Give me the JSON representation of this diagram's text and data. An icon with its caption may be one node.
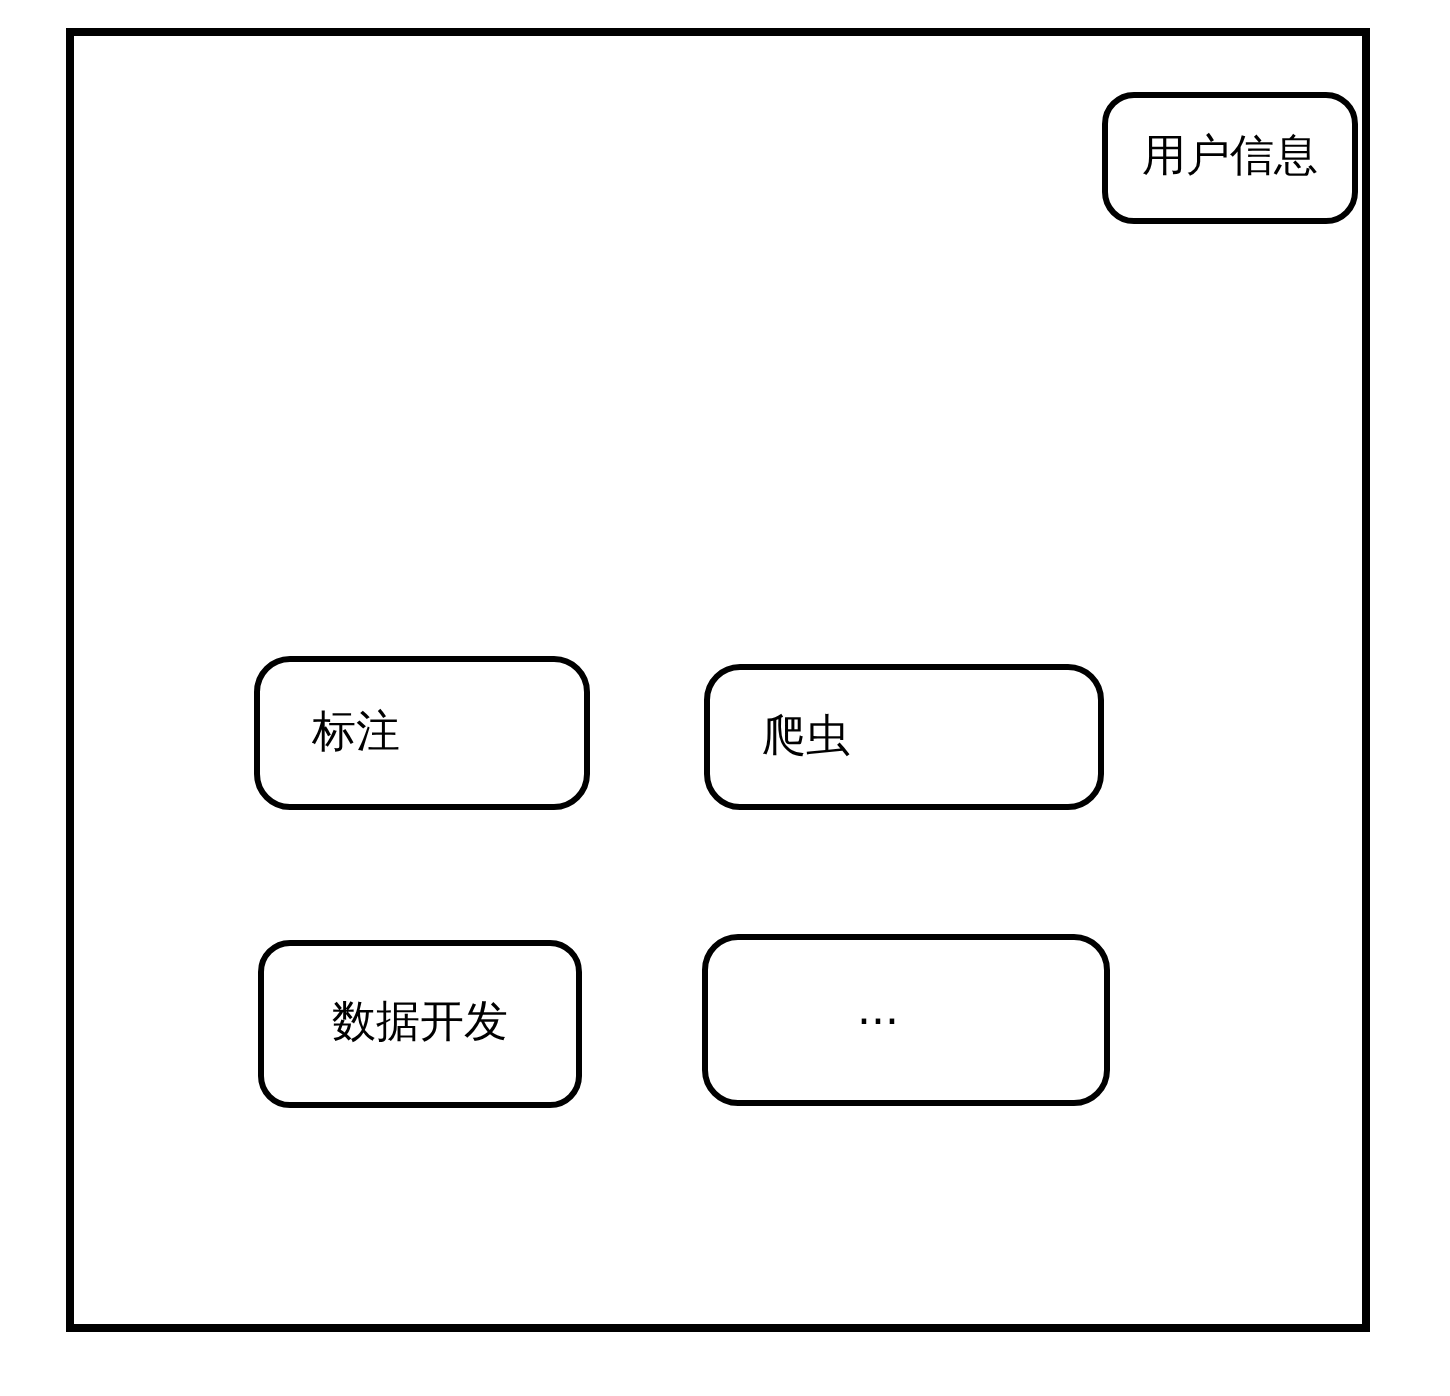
{
  "diagram": {
    "nodes": [
      {
        "text": [],
        "shape": "box"
      },
      {
        "text": [
          "用户信息"
        ],
        "in": 0
      },
      {
        "text": [
          "标注"
        ],
        "in": 0
      },
      {
        "text": [
          "爬虫"
        ],
        "in": 0
      },
      {
        "text": [
          "数据开发"
        ],
        "in": 0
      },
      {
        "text": [
          "..."
        ],
        "in": 0
      }
    ]
  }
}
